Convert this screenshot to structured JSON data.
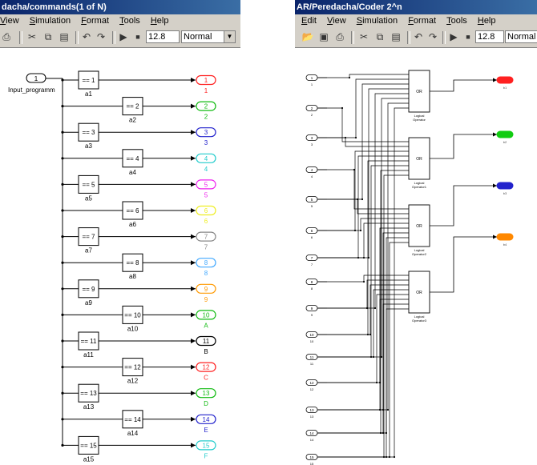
{
  "left": {
    "title": "dacha/commands(1 of N)",
    "menu": [
      "View",
      "Simulation",
      "Format",
      "Tools",
      "Help"
    ],
    "sim_time": "12.8",
    "mode": "Normal",
    "inport": {
      "number": "1",
      "label": "Input_programm"
    },
    "rows": [
      {
        "block": "== 1",
        "name": "a1",
        "port": "1",
        "label": "1",
        "color": "#ff2020"
      },
      {
        "block": "== 2",
        "name": "a2",
        "port": "2",
        "label": "2",
        "color": "#11bb11"
      },
      {
        "block": "== 3",
        "name": "a3",
        "port": "3",
        "label": "3",
        "color": "#2222cc"
      },
      {
        "block": "== 4",
        "name": "a4",
        "port": "4",
        "label": "4",
        "color": "#22cccc"
      },
      {
        "block": "== 5",
        "name": "a5",
        "port": "5",
        "label": "5",
        "color": "#ee22ee"
      },
      {
        "block": "== 6",
        "name": "a6",
        "port": "6",
        "label": "6",
        "color": "#eeee22"
      },
      {
        "block": "== 7",
        "name": "a7",
        "port": "7",
        "label": "7",
        "color": "#888888"
      },
      {
        "block": "== 8",
        "name": "a8",
        "port": "8",
        "label": "8",
        "color": "#44aaff"
      },
      {
        "block": "== 9",
        "name": "a9",
        "port": "9",
        "label": "9",
        "color": "#ff9900"
      },
      {
        "block": "== 10",
        "name": "a10",
        "port": "10",
        "label": "A",
        "color": "#11bb11"
      },
      {
        "block": "== 11",
        "name": "a11",
        "port": "11",
        "label": "B",
        "color": "#000000"
      },
      {
        "block": "== 12",
        "name": "a12",
        "port": "12",
        "label": "C",
        "color": "#ff2020"
      },
      {
        "block": "== 13",
        "name": "a13",
        "port": "13",
        "label": "D",
        "color": "#11bb11"
      },
      {
        "block": "== 14",
        "name": "a14",
        "port": "14",
        "label": "E",
        "color": "#2222cc"
      },
      {
        "block": "== 15",
        "name": "a15",
        "port": "15",
        "label": "F",
        "color": "#22cccc"
      }
    ]
  },
  "right": {
    "title": "AR/Peredacha/Coder 2^n",
    "menu": [
      "Edit",
      "View",
      "Simulation",
      "Format",
      "Tools",
      "Help"
    ],
    "sim_time": "12.8",
    "mode": "Normal",
    "inports": [
      "1",
      "2",
      "3",
      "4",
      "5",
      "6",
      "7",
      "8",
      "9",
      "10",
      "11",
      "12",
      "13",
      "14",
      "15"
    ],
    "operators": [
      {
        "symbol": "OR",
        "label": "Logical\nOperator",
        "out_label": "b1",
        "color": "#ff2020"
      },
      {
        "symbol": "OR",
        "label": "Logical\nOperator1",
        "out_label": "b2",
        "color": "#11cc11"
      },
      {
        "symbol": "OR",
        "label": "Logical\nOperator2",
        "out_label": "b3",
        "color": "#2222cc"
      },
      {
        "symbol": "OR",
        "label": "Logical\nOperator3",
        "out_label": "b4",
        "color": "#ff8800"
      }
    ]
  }
}
